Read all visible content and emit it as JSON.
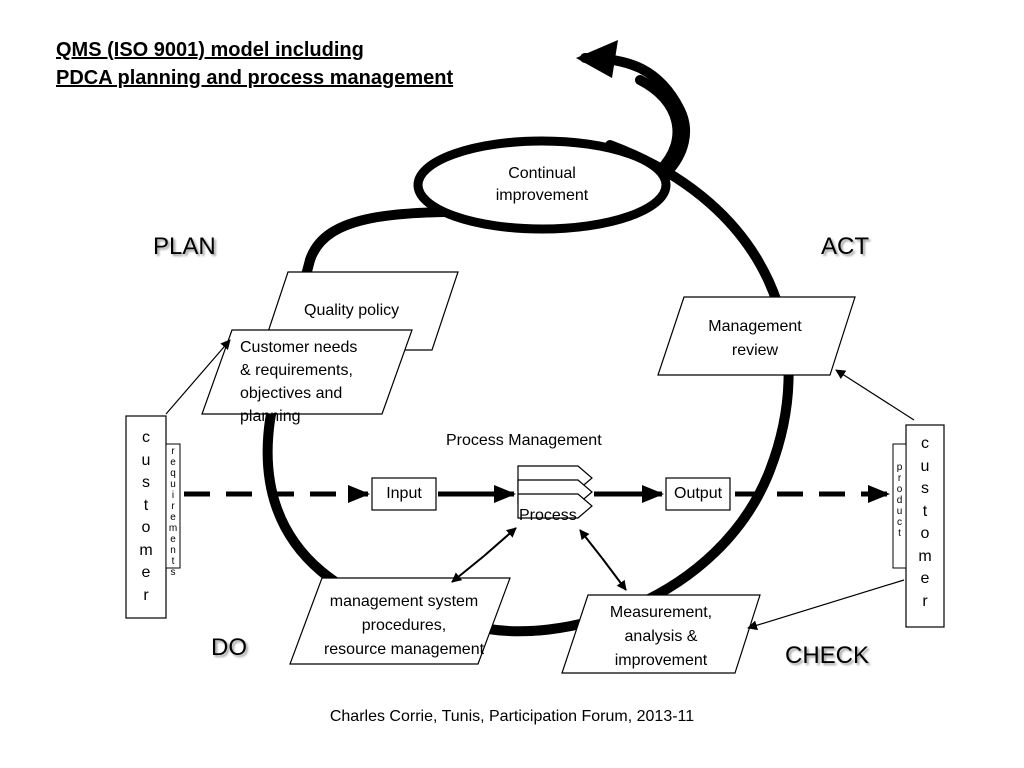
{
  "title": {
    "line1": "QMS (ISO 9001) model including ",
    "line2": "PDCA planning and process management"
  },
  "phases": {
    "plan": "PLAN",
    "act": "ACT",
    "do": "DO",
    "check": "CHECK"
  },
  "continual_improvement": {
    "line1": "Continual",
    "line2": "improvement"
  },
  "boxes": {
    "quality_policy": "Quality policy",
    "customer_needs": [
      "Customer needs",
      "& requirements,",
      "objectives and",
      "planning"
    ],
    "management_review": [
      "Management",
      "review"
    ],
    "management_system": [
      "management system",
      "procedures,",
      "resource management"
    ],
    "measurement": [
      "Measurement,",
      "analysis &",
      "improvement"
    ],
    "input": "Input",
    "output": "Output",
    "process_management": "Process Management",
    "process": "Process"
  },
  "left_customer": {
    "letters": [
      "c",
      "u",
      "s",
      "t",
      "o",
      "m",
      "e",
      "r"
    ],
    "requirements_letters": [
      "r",
      "e",
      "q",
      "u",
      "i",
      "r",
      "e",
      "m",
      "e",
      "n",
      "t",
      "s"
    ]
  },
  "right_customer": {
    "letters": [
      "c",
      "u",
      "s",
      "t",
      "o",
      "m",
      "e",
      "r"
    ],
    "product_letters": [
      "p",
      "r",
      "o",
      "d",
      "u",
      "c",
      "t"
    ]
  },
  "footer": "Charles Corrie, Tunis, Participation Forum, 2013-11",
  "colors": {
    "ink": "#000000",
    "shadow": "#9a9a9a",
    "background": "#ffffff"
  }
}
